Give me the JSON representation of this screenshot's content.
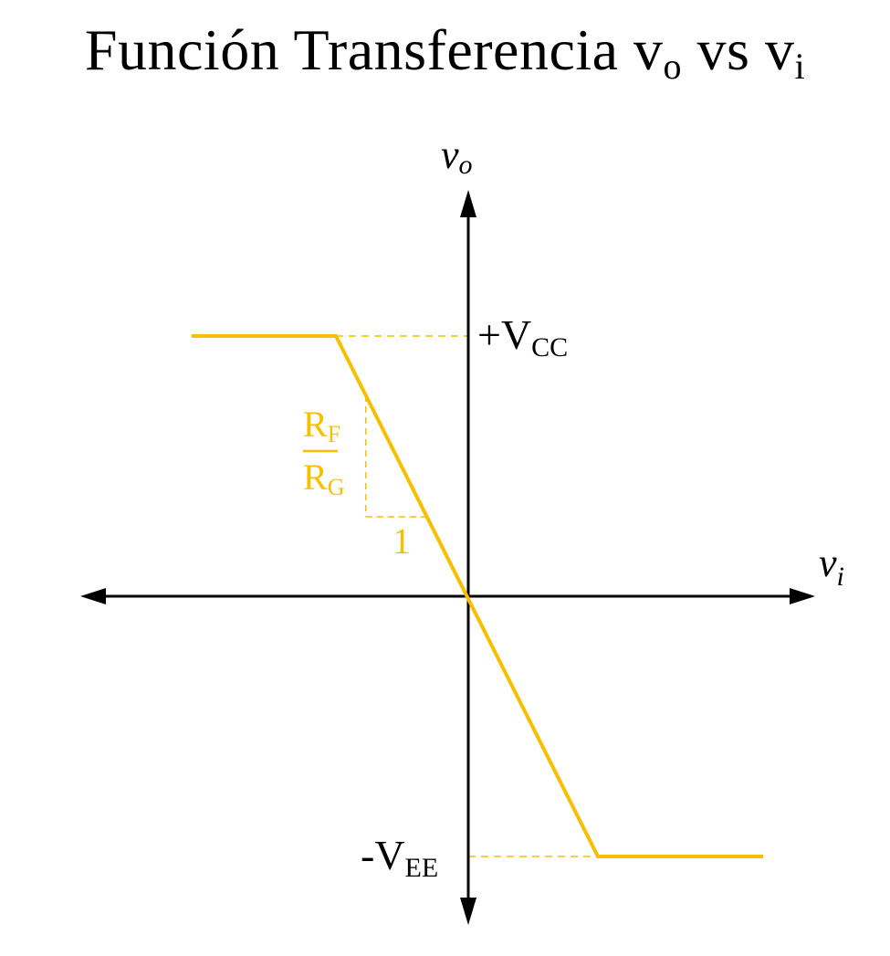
{
  "title": {
    "main": "Función Transferencia v",
    "sub_o": "o",
    "vs": " vs v",
    "sub_i": "i"
  },
  "chart_data": {
    "type": "line",
    "x_axis_label": {
      "base": "v",
      "sub": "i"
    },
    "y_axis_label": {
      "base": "v",
      "sub": "o"
    },
    "saturation_high": {
      "prefix": "+V",
      "sub": "CC"
    },
    "saturation_low": {
      "prefix": "-V",
      "sub": "EE"
    },
    "slope_label": {
      "numerator": "R",
      "numerator_sub": "F",
      "denominator": "R",
      "denominator_sub": "G",
      "run": "1"
    },
    "series": [
      {
        "points": [
          [
            -3.03,
            2.85
          ],
          [
            -1.45,
            2.85
          ],
          [
            1.42,
            -2.85
          ],
          [
            3.23,
            -2.85
          ]
        ]
      }
    ],
    "xlim": [
      -4.25,
      3.8
    ],
    "ylim": [
      -3.6,
      4.45
    ],
    "colors": {
      "curve": "#f7bf00",
      "axes": "#000000",
      "guides": "#f7bf00"
    }
  }
}
